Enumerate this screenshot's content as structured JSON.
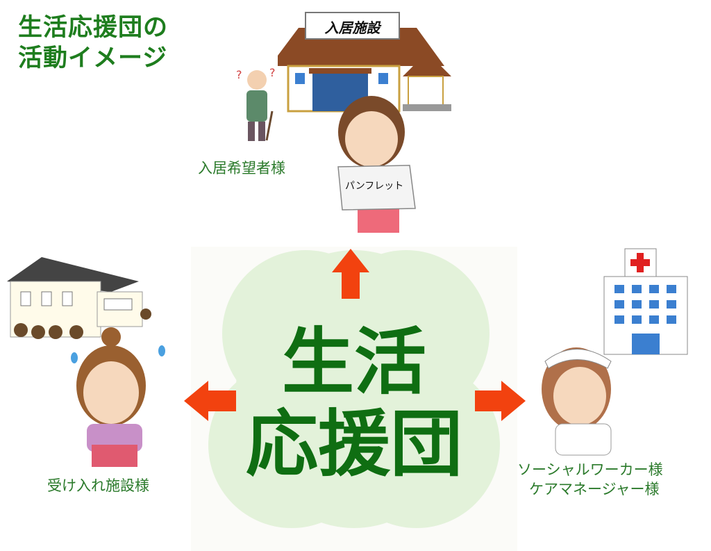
{
  "title": {
    "line1": "生活応援団の",
    "line2": "活動イメージ"
  },
  "center": {
    "line1": "生活",
    "line2": "応援団"
  },
  "top": {
    "facility_sign": "入居施設",
    "applicant_label": "入居希望者様",
    "pamphlet_text": "パンフレット"
  },
  "left": {
    "label": "受け入れ施設様"
  },
  "right": {
    "label_line1": "ソーシャルワーカー様",
    "label_line2": "ケアマネージャー様"
  },
  "colors": {
    "green_text": "#1e7d1e",
    "clover": "#e3f2da",
    "arrow": "#f2420f"
  }
}
